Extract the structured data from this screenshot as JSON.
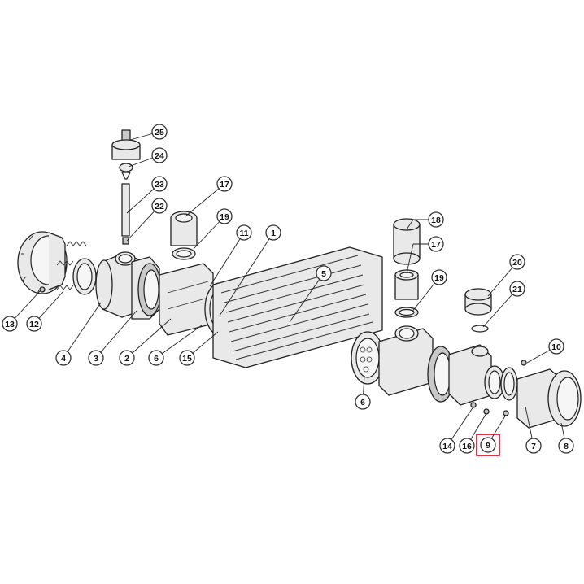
{
  "diagram": {
    "highlighted_callout": "9",
    "callouts": [
      {
        "id": "1",
        "label": "1"
      },
      {
        "id": "2",
        "label": "2"
      },
      {
        "id": "3",
        "label": "3"
      },
      {
        "id": "4",
        "label": "4"
      },
      {
        "id": "5",
        "label": "5"
      },
      {
        "id": "6a",
        "label": "6"
      },
      {
        "id": "6b",
        "label": "6"
      },
      {
        "id": "7",
        "label": "7"
      },
      {
        "id": "8",
        "label": "8"
      },
      {
        "id": "9",
        "label": "9"
      },
      {
        "id": "10",
        "label": "10"
      },
      {
        "id": "11",
        "label": "11"
      },
      {
        "id": "12",
        "label": "12"
      },
      {
        "id": "13",
        "label": "13"
      },
      {
        "id": "14",
        "label": "14"
      },
      {
        "id": "15",
        "label": "15"
      },
      {
        "id": "16",
        "label": "16"
      },
      {
        "id": "17a",
        "label": "17"
      },
      {
        "id": "17b",
        "label": "17"
      },
      {
        "id": "18",
        "label": "18"
      },
      {
        "id": "19a",
        "label": "19"
      },
      {
        "id": "19b",
        "label": "19"
      },
      {
        "id": "20",
        "label": "20"
      },
      {
        "id": "21",
        "label": "21"
      },
      {
        "id": "22",
        "label": "22"
      },
      {
        "id": "23",
        "label": "23"
      },
      {
        "id": "24",
        "label": "24"
      },
      {
        "id": "25",
        "label": "25"
      }
    ]
  }
}
